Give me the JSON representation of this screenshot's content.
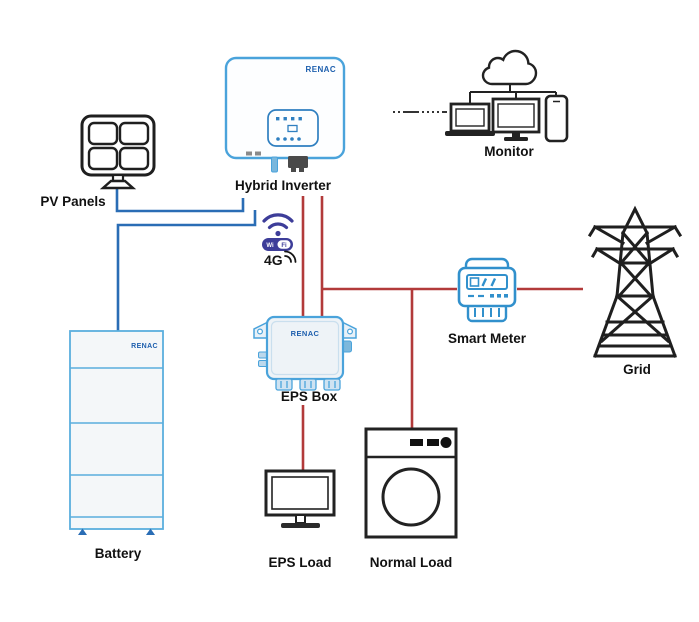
{
  "colors": {
    "line_red": "#b23a3a",
    "line_blue": "#2a6db5",
    "device_blue": "#4aa3db",
    "meter_blue": "#3190cc",
    "brand_blue": "#1d5fae",
    "wifi_indigo": "#3d3d99",
    "icon_black": "#1f1f1f"
  },
  "labels": {
    "pv_panels": "PV Panels",
    "hybrid_inverter": "Hybrid Inverter",
    "monitor": "Monitor",
    "wifi_left": "Wi",
    "wifi_right": "Fi",
    "network_4g": "4G",
    "smart_meter": "Smart Meter",
    "grid": "Grid",
    "battery": "Battery",
    "eps_box": "EPS Box",
    "eps_load": "EPS Load",
    "normal_load": "Normal Load",
    "brand": "RENAC"
  },
  "diagram": {
    "nodes": [
      "PV Panels",
      "Hybrid Inverter",
      "Monitor",
      "Battery",
      "EPS Box",
      "Smart Meter",
      "Grid",
      "EPS Load",
      "Normal Load"
    ],
    "connections": [
      {
        "from": "PV Panels",
        "to": "Hybrid Inverter",
        "style": "solid",
        "color": "blue"
      },
      {
        "from": "Battery",
        "to": "Hybrid Inverter",
        "style": "solid",
        "color": "blue"
      },
      {
        "from": "Hybrid Inverter",
        "to": "EPS Box",
        "style": "solid",
        "color": "red",
        "lines": 2
      },
      {
        "from": "Hybrid Inverter",
        "to": "Smart Meter",
        "style": "solid",
        "color": "red"
      },
      {
        "from": "Smart Meter",
        "to": "Grid",
        "style": "solid",
        "color": "red"
      },
      {
        "from": "Hybrid Inverter",
        "to": "Normal Load",
        "style": "solid",
        "color": "red"
      },
      {
        "from": "EPS Box",
        "to": "EPS Load",
        "style": "solid",
        "color": "red"
      },
      {
        "from": "Hybrid Inverter",
        "to": "Monitor",
        "style": "dashed",
        "color": "black"
      }
    ]
  }
}
